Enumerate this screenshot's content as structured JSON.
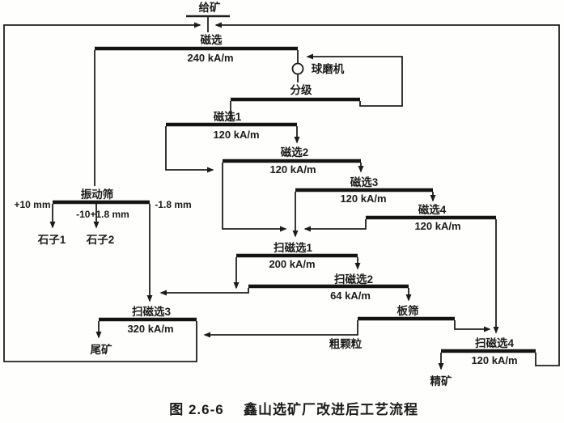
{
  "caption": {
    "number": "图 2.6-6",
    "title": "鑫山选矿厂改进后工艺流程"
  },
  "process": {
    "feed": "给矿",
    "rougher": {
      "name": "磁选",
      "field": "240 kA/m"
    },
    "ball_mill": "球磨机",
    "classifier": "分级",
    "cleaner_1": {
      "name": "磁选1",
      "field": "120 kA/m"
    },
    "cleaner_2": {
      "name": "磁选2",
      "field": "120 kA/m"
    },
    "cleaner_3": {
      "name": "磁选3",
      "field": "120 kA/m"
    },
    "cleaner_4": {
      "name": "磁选4",
      "field": "120 kA/m"
    },
    "vibrating_screen": {
      "name": "振动筛",
      "oversize": "+10 mm",
      "middling": "-10+1.8 mm",
      "undersize": "-1.8 mm"
    },
    "stone1": "石子1",
    "stone2": "石子2",
    "scavenger_1": {
      "name": "扫磁选1",
      "field": "200 kA/m"
    },
    "scavenger_2": {
      "name": "扫磁选2",
      "field": "64 kA/m"
    },
    "scavenger_3": {
      "name": "扫磁选3",
      "field": "320 kA/m"
    },
    "scavenger_4": {
      "name": "扫磁选4",
      "field": "120 kA/m"
    },
    "plate_screen": {
      "name": "板筛"
    },
    "coarse_particles": "粗颗粒",
    "tailings": "尾矿",
    "concentrate": "精矿"
  },
  "colors": {
    "ink": "#1b1b1b",
    "paper": "#fefefc"
  }
}
